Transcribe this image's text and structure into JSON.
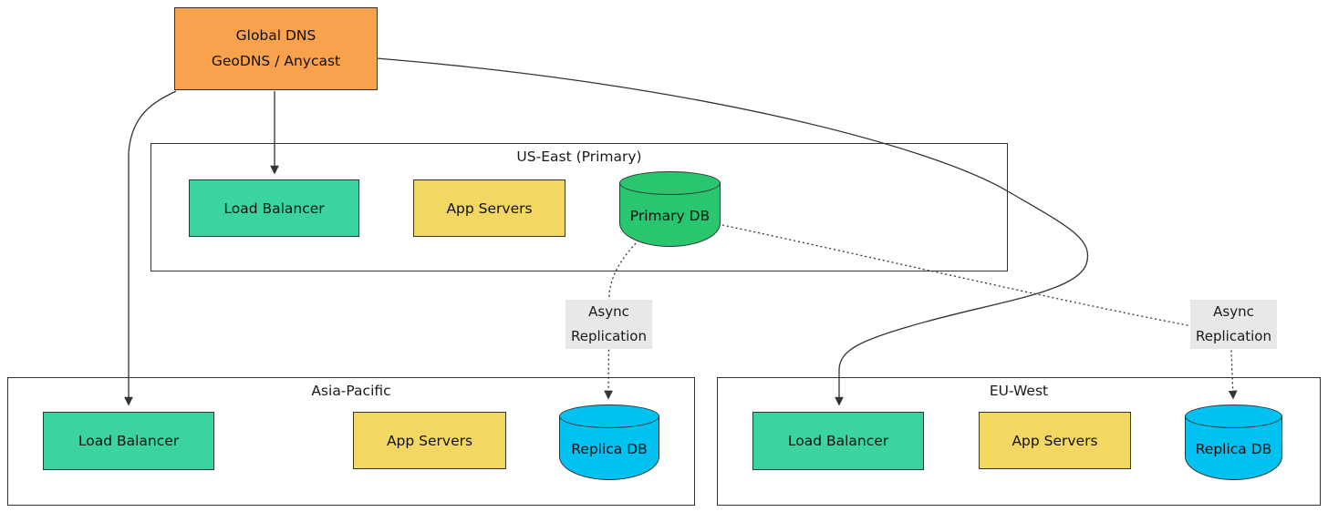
{
  "diagram": {
    "dns": {
      "line1": "Global DNS",
      "line2": "GeoDNS / Anycast"
    },
    "regions": {
      "us_east": {
        "title": "US-East (Primary)",
        "load_balancer": "Load Balancer",
        "app_servers": "App Servers",
        "database": "Primary DB"
      },
      "asia_pacific": {
        "title": "Asia-Pacific",
        "load_balancer": "Load Balancer",
        "app_servers": "App Servers",
        "database": "Replica DB"
      },
      "eu_west": {
        "title": "EU-West",
        "load_balancer": "Load Balancer",
        "app_servers": "App Servers",
        "database": "Replica DB"
      }
    },
    "edge_labels": {
      "replication_ap": {
        "line1": "Async",
        "line2": "Replication"
      },
      "replication_eu": {
        "line1": "Async",
        "line2": "Replication"
      }
    },
    "colors": {
      "dns_fill": "#F9A24D",
      "load_balancer_fill": "#3BD49E",
      "app_servers_fill": "#F2D863",
      "primary_db_fill": "#29C56F",
      "replica_db_fill": "#00C1F0",
      "edge_label_bg": "#E8E8E8",
      "stroke": "#333333"
    }
  }
}
